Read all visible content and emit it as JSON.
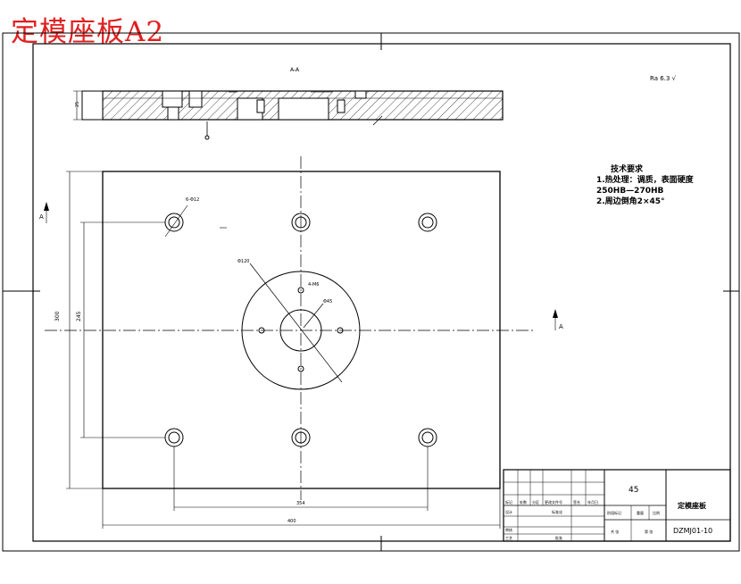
{
  "header": {
    "title": "定模座板A2"
  },
  "section_label": "A-A",
  "roughness_note": "Ra 6.3 √",
  "tech_requirements": {
    "title": "技术要求",
    "items": [
      "1.热处理：调质，表面硬度",
      "250HB—270HB",
      "2.周边倒角2×45°"
    ]
  },
  "dims": {
    "outer_width": "400",
    "inner_width": "354",
    "outer_height": "300",
    "inner_height": "245",
    "side_thickness": "25",
    "circle_dia": "Φ120",
    "center_hole": "Φ45",
    "screw_holes": "4-M6",
    "corner_holes": "6-Φ12",
    "section_cut": "A"
  },
  "title_block": {
    "material": "45",
    "part_name": "定模座板",
    "drawing_no": "DZMJ01-10",
    "header_cells": [
      "标记",
      "处数",
      "分区",
      "更改文件号",
      "签名",
      "年月日"
    ],
    "row_cells": [
      "设计",
      "标准化",
      "审核",
      "工艺",
      "批准"
    ],
    "stage_cells": [
      "阶段标记",
      "重量",
      "比例"
    ],
    "sheet_info": [
      "共 张",
      "第 张"
    ]
  }
}
